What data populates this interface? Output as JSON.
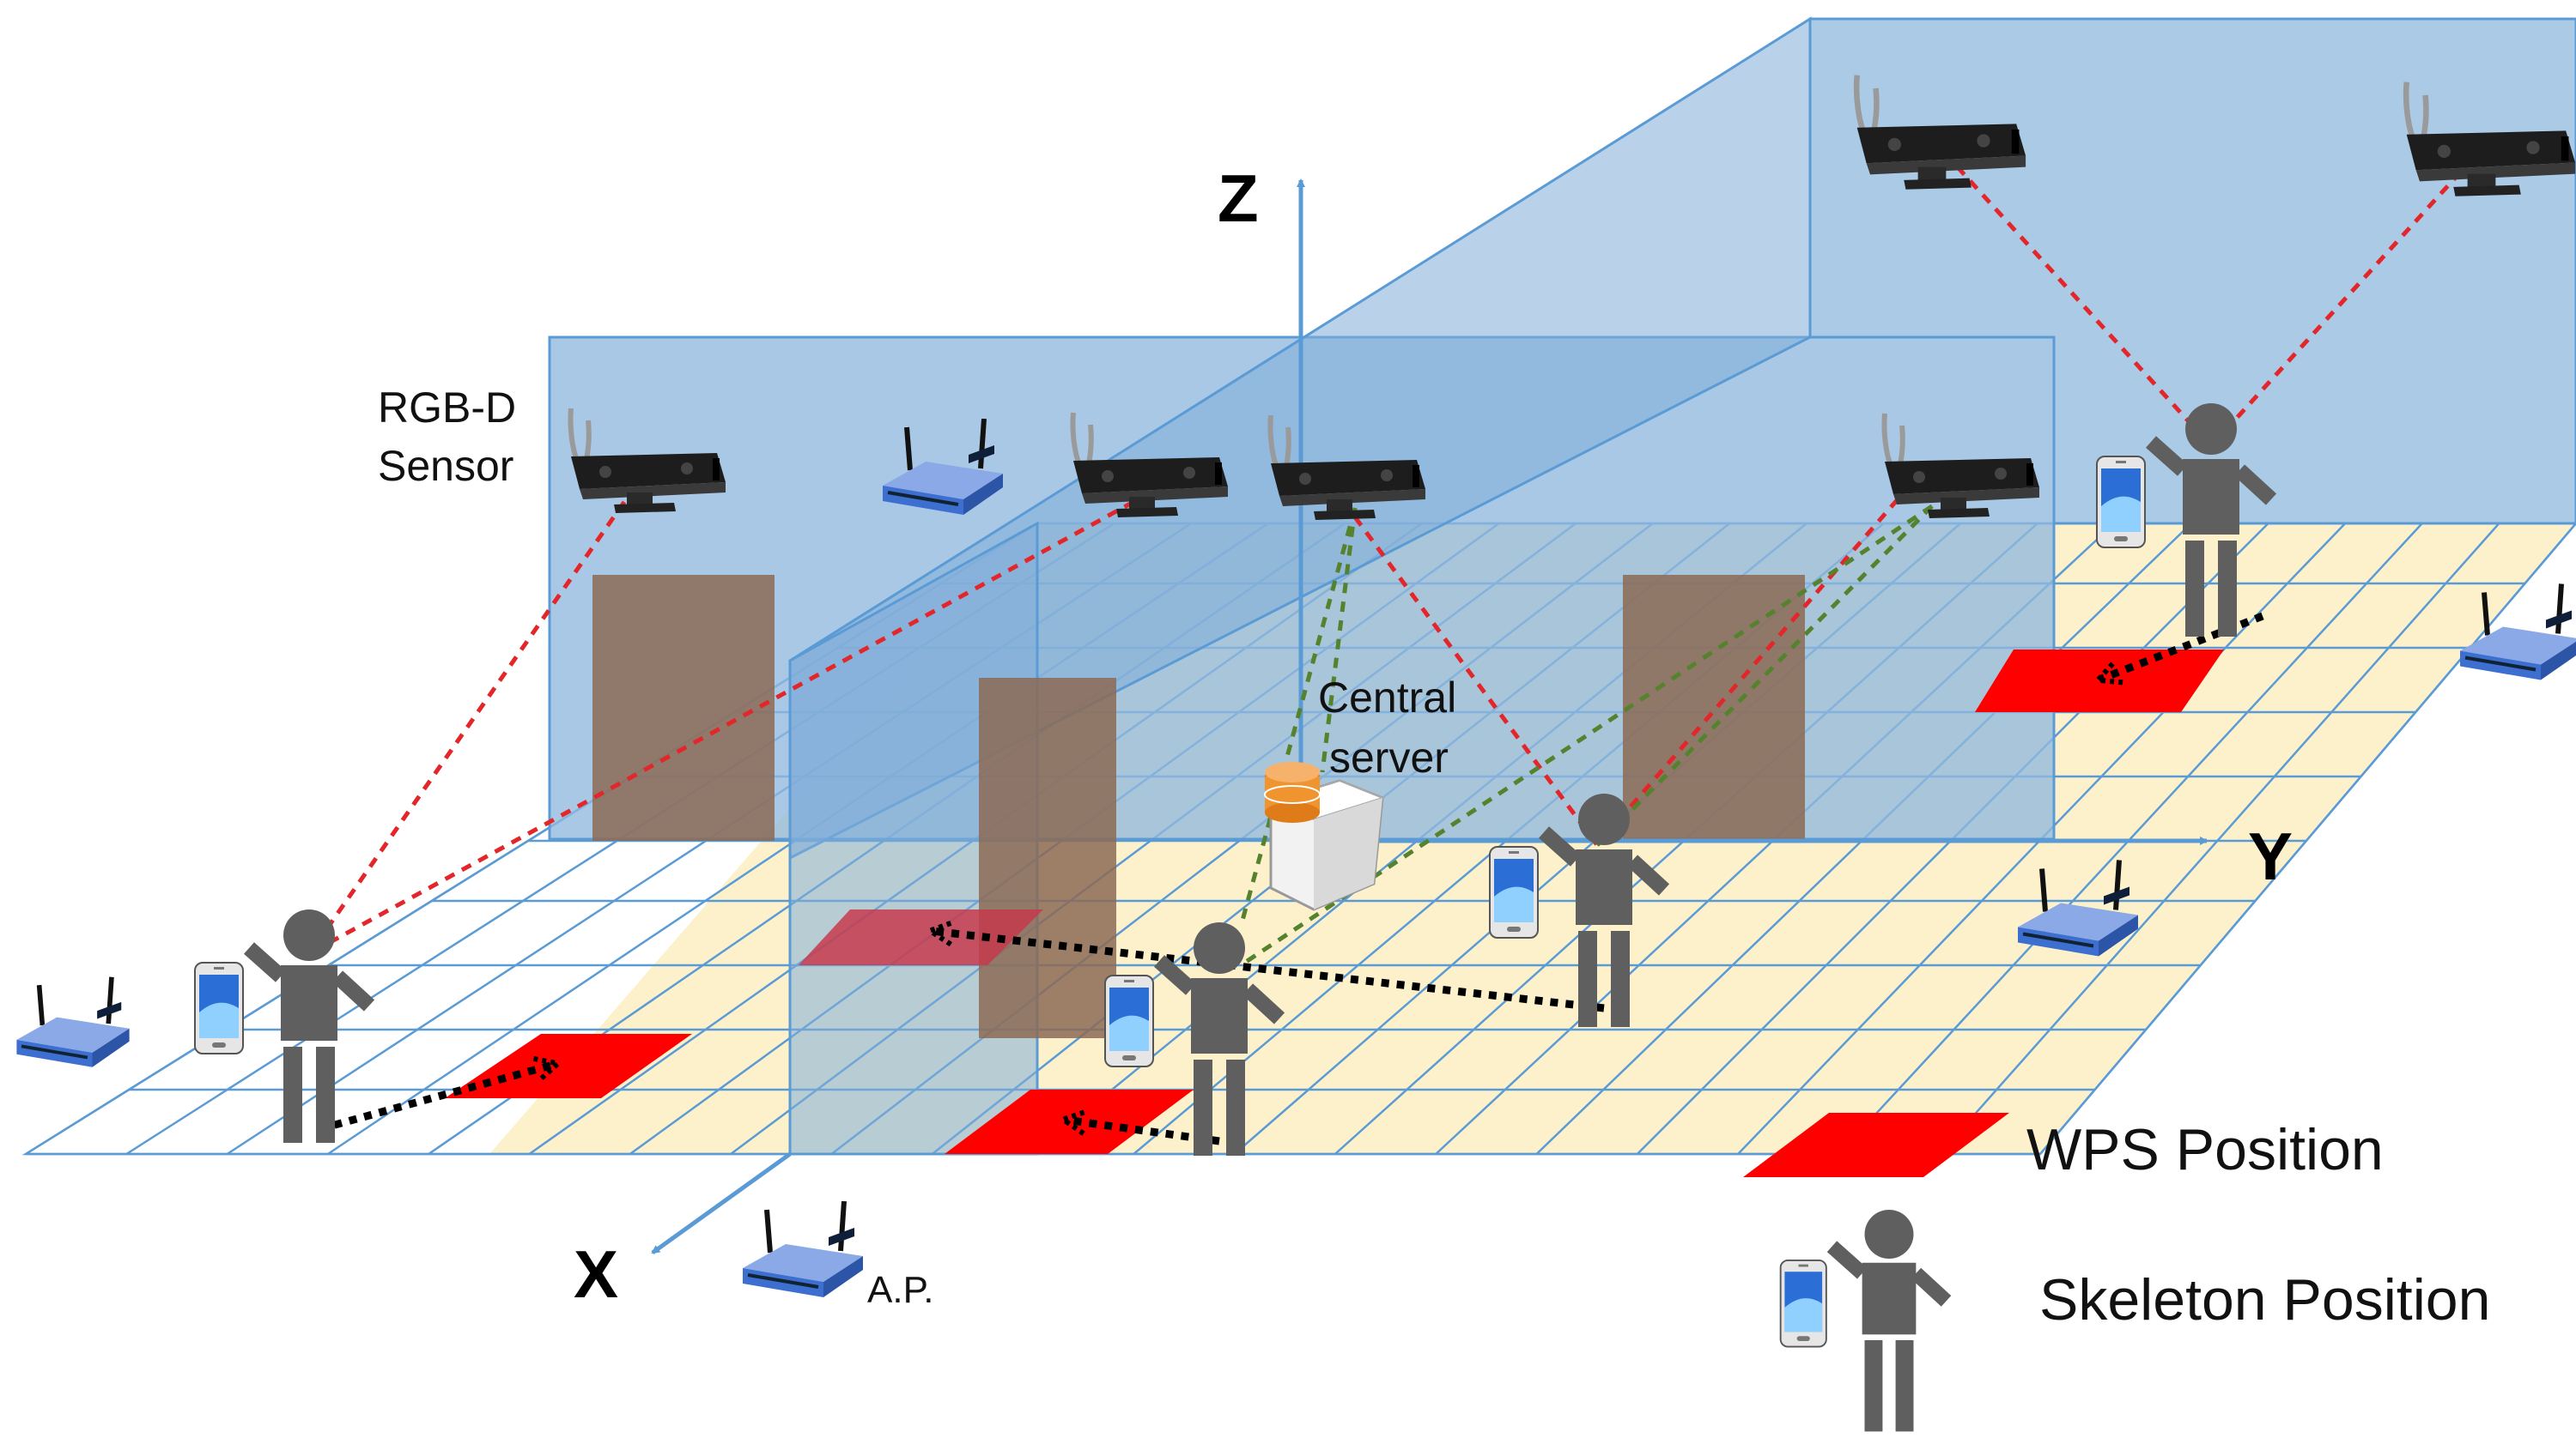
{
  "labels": {
    "sensor": [
      "RGB-D",
      "Sensor"
    ],
    "server": [
      "Central",
      "server"
    ],
    "access_point": "A.P.",
    "axis_x": "X",
    "axis_y": "Y",
    "axis_z": "Z"
  },
  "legend": {
    "wps": "WPS Position",
    "skeleton": "Skeleton Position"
  },
  "colors": {
    "floor_tile": "#fdf1cc",
    "grid_line": "#5b9bd5",
    "wall": "#8fb8de",
    "wall_edge": "#5b9bd5",
    "door": "#8c6a55",
    "wps_marker": "#ff0000",
    "skeleton": "#5f5f5f",
    "sensor_link": "#e3262a",
    "server_link": "#55822c",
    "trajectory": "#000000",
    "axis": "#5b9bd5"
  },
  "icons": [
    "rgbd-sensor-icon",
    "wifi-router-icon",
    "smartphone-icon",
    "database-server-icon",
    "person-icon"
  ]
}
